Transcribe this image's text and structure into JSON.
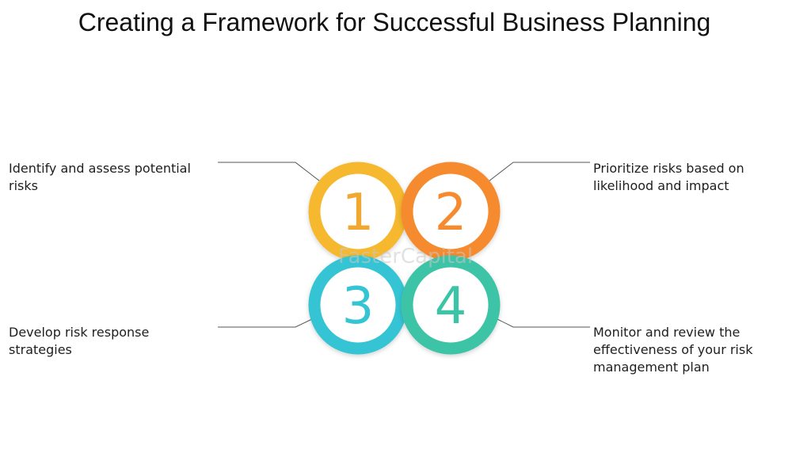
{
  "title": "Creating a Framework for Successful Business Planning",
  "steps": [
    {
      "number": "1",
      "text": "Identify and assess potential risks",
      "color": "#f5b82e"
    },
    {
      "number": "2",
      "text": "Prioritize risks based on likelihood and impact",
      "color": "#f58a2e"
    },
    {
      "number": "3",
      "text": "Develop risk response strategies",
      "color": "#35c4d4"
    },
    {
      "number": "4",
      "text": "Monitor and review the effectiveness of your risk management plan",
      "color": "#3cc4a6"
    }
  ],
  "watermark": "FasterCapital"
}
